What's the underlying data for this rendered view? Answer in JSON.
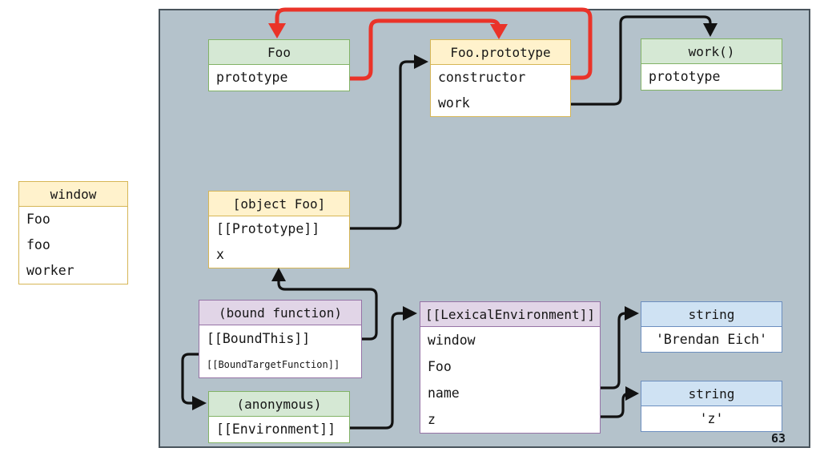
{
  "page": {
    "number": "63"
  },
  "boxes": {
    "window": {
      "title": "window",
      "rows": [
        "Foo",
        "foo",
        "worker"
      ]
    },
    "foo": {
      "title": "Foo",
      "rows": [
        "prototype"
      ]
    },
    "foo_prototype": {
      "title": "Foo.prototype",
      "rows": [
        "constructor",
        "work"
      ]
    },
    "work": {
      "title": "work()",
      "rows": [
        "prototype"
      ]
    },
    "object_foo": {
      "title": "[object Foo]",
      "rows": [
        "[[Prototype]]",
        "x"
      ]
    },
    "bound_function": {
      "title": "(bound function)",
      "rows": [
        "[[BoundThis]]",
        "[[BoundTargetFunction]]"
      ]
    },
    "anonymous": {
      "title": "(anonymous)",
      "rows": [
        "[[Environment]]"
      ]
    },
    "lexical_environment": {
      "title": "[[LexicalEnvironment]]",
      "rows": [
        "window",
        "Foo",
        "name",
        "z"
      ]
    },
    "string_brendan": {
      "title": "string",
      "rows": [
        "'Brendan Eich'"
      ]
    },
    "string_z": {
      "title": "string",
      "rows": [
        "'z'"
      ]
    }
  },
  "relations": [
    {
      "from": "Foo.prototype (property of Foo)",
      "to": "Foo.prototype object",
      "color": "red"
    },
    {
      "from": "Foo.prototype.constructor",
      "to": "Foo",
      "color": "red"
    },
    {
      "from": "[object Foo].[[Prototype]]",
      "to": "Foo.prototype",
      "color": "black"
    },
    {
      "from": "Foo.prototype.work",
      "to": "work()",
      "color": "black"
    },
    {
      "from": "(bound function).[[BoundThis]]",
      "to": "[object Foo]",
      "color": "black"
    },
    {
      "from": "(bound function).[[BoundTargetFunction]]",
      "to": "(anonymous)",
      "color": "black"
    },
    {
      "from": "(anonymous).[[Environment]]",
      "to": "[[LexicalEnvironment]]",
      "color": "black"
    },
    {
      "from": "[[LexicalEnvironment]].name",
      "to": "string 'Brendan Eich'",
      "color": "black"
    },
    {
      "from": "[[LexicalEnvironment]].z",
      "to": "string 'z'",
      "color": "black"
    }
  ],
  "colors": {
    "panel_bg": "#b4c2cb",
    "panel_border": "#49545c",
    "red_arrow": "#ea3329",
    "black_arrow": "#111111",
    "yellow_fill": "#fff2cc",
    "yellow_stroke": "#d6b656",
    "green_fill": "#d5e8d4",
    "green_stroke": "#82b366",
    "purple_fill": "#e1d5e7",
    "purple_stroke": "#9673a6",
    "blue_fill": "#cfe2f3",
    "blue_stroke": "#6c8ebf"
  }
}
